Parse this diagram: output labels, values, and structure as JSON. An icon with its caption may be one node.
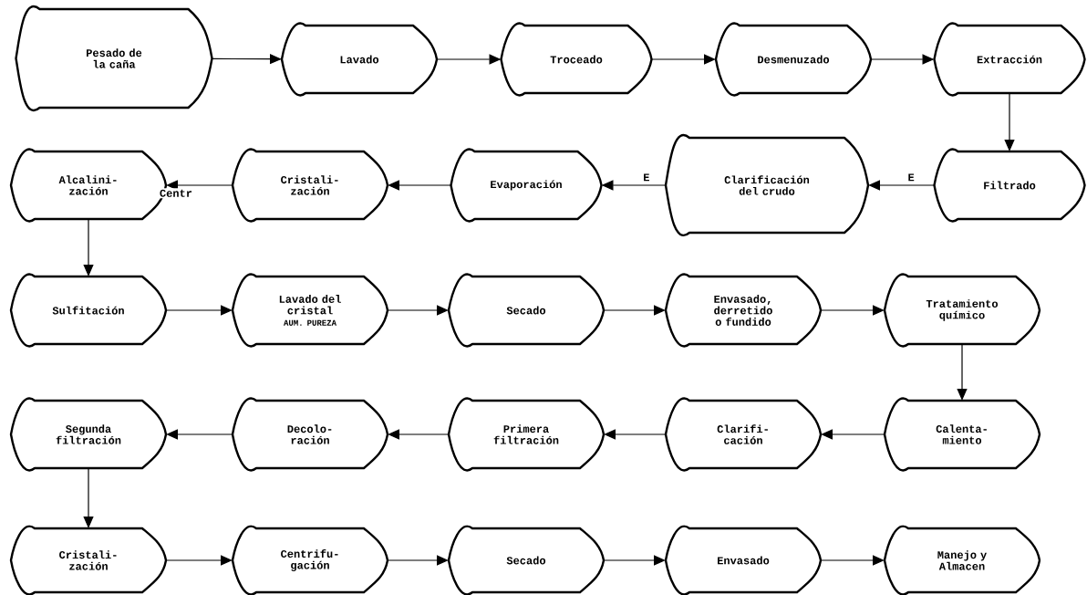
{
  "diagram": {
    "nodes": [
      {
        "text": [
          "Pesado de la caña"
        ]
      },
      {
        "text": [
          "Lavado"
        ]
      },
      {
        "text": [
          "Troceado"
        ]
      },
      {
        "text": [
          "Desmenuzado"
        ]
      },
      {
        "text": [
          "Extracción"
        ]
      },
      {
        "text": [
          "Alcalini- zación"
        ]
      },
      {
        "text": [
          "Cristali- zación"
        ]
      },
      {
        "text": [
          "Evaporación"
        ]
      },
      {
        "text": [
          "Clarificación del crudo"
        ]
      },
      {
        "text": [
          "Filtrado"
        ]
      },
      {
        "text": [
          "Sulfitación"
        ]
      },
      {
        "text": [
          "Lavado del cristal",
          "AUM. PUREZA"
        ]
      },
      {
        "text": [
          "Secado"
        ]
      },
      {
        "text": [
          "Envasado, derretido o fundido"
        ]
      },
      {
        "text": [
          "Tratamiento químico"
        ]
      },
      {
        "text": [
          "Segunda filtración"
        ]
      },
      {
        "text": [
          "Decolo- ración"
        ]
      },
      {
        "text": [
          "Primera filtración"
        ]
      },
      {
        "text": [
          "Clarifi- cación"
        ]
      },
      {
        "text": [
          "Calenta- miento"
        ]
      },
      {
        "text": [
          "Cristali- zación"
        ]
      },
      {
        "text": [
          "Centrifu- gación"
        ]
      },
      {
        "text": [
          "Secado"
        ]
      },
      {
        "text": [
          "Envasado"
        ]
      },
      {
        "text": [
          "Manejo y Almacen"
        ]
      }
    ],
    "edges": [
      {
        "from": 0,
        "to": 1,
        "arrow": "to"
      },
      {
        "from": 1,
        "to": 2,
        "arrow": "to"
      },
      {
        "from": 2,
        "to": 3,
        "arrow": "to"
      },
      {
        "from": 3,
        "to": 4,
        "arrow": "to"
      },
      {
        "from": 4,
        "to": 9,
        "arrow": "to"
      },
      {
        "from": 9,
        "to": 8,
        "arrow": "to",
        "label": "E"
      },
      {
        "from": 8,
        "to": 7,
        "arrow": "to",
        "label": "E"
      },
      {
        "from": 7,
        "to": 6,
        "arrow": "to"
      },
      {
        "from": 6,
        "to": 5,
        "arrow": "to",
        "label": "Centr"
      },
      {
        "from": 5,
        "to": 10,
        "arrow": "to"
      },
      {
        "from": 10,
        "to": 11,
        "arrow": "to"
      },
      {
        "from": 11,
        "to": 12,
        "arrow": "to"
      },
      {
        "from": 12,
        "to": 13,
        "arrow": "to"
      },
      {
        "from": 13,
        "to": 14,
        "arrow": "to"
      },
      {
        "from": 14,
        "to": 19,
        "arrow": "to"
      },
      {
        "from": 19,
        "to": 18,
        "arrow": "to"
      },
      {
        "from": 18,
        "to": 17,
        "arrow": "to"
      },
      {
        "from": 17,
        "to": 16,
        "arrow": "to"
      },
      {
        "from": 16,
        "to": 15,
        "arrow": "to"
      },
      {
        "from": 15,
        "to": 20,
        "arrow": "to"
      },
      {
        "from": 20,
        "to": 21,
        "arrow": "to"
      },
      {
        "from": 21,
        "to": 22,
        "arrow": "to"
      },
      {
        "from": 22,
        "to": 23,
        "arrow": "to"
      },
      {
        "from": 23,
        "to": 24,
        "arrow": "to"
      }
    ]
  }
}
